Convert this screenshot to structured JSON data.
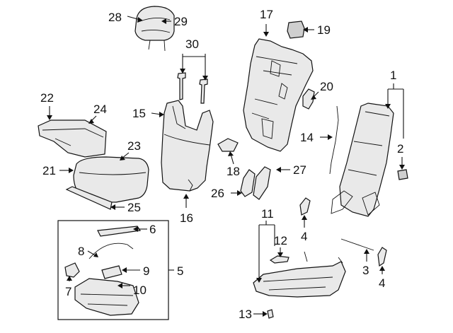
{
  "callouts": [
    {
      "id": "c1",
      "label": "1"
    },
    {
      "id": "c2",
      "label": "2"
    },
    {
      "id": "c3",
      "label": "3"
    },
    {
      "id": "c4a",
      "label": "4"
    },
    {
      "id": "c4b",
      "label": "4"
    },
    {
      "id": "c5",
      "label": "5"
    },
    {
      "id": "c6",
      "label": "6"
    },
    {
      "id": "c7",
      "label": "7"
    },
    {
      "id": "c8",
      "label": "8"
    },
    {
      "id": "c9",
      "label": "9"
    },
    {
      "id": "c10",
      "label": "10"
    },
    {
      "id": "c11",
      "label": "11"
    },
    {
      "id": "c12",
      "label": "12"
    },
    {
      "id": "c13",
      "label": "13"
    },
    {
      "id": "c14",
      "label": "14"
    },
    {
      "id": "c15",
      "label": "15"
    },
    {
      "id": "c16",
      "label": "16"
    },
    {
      "id": "c17",
      "label": "17"
    },
    {
      "id": "c18",
      "label": "18"
    },
    {
      "id": "c19",
      "label": "19"
    },
    {
      "id": "c20",
      "label": "20"
    },
    {
      "id": "c21",
      "label": "21"
    },
    {
      "id": "c22",
      "label": "22"
    },
    {
      "id": "c23",
      "label": "23"
    },
    {
      "id": "c24",
      "label": "24"
    },
    {
      "id": "c25",
      "label": "25"
    },
    {
      "id": "c26",
      "label": "26"
    },
    {
      "id": "c27",
      "label": "27"
    },
    {
      "id": "c28",
      "label": "28"
    },
    {
      "id": "c29",
      "label": "29"
    },
    {
      "id": "c30",
      "label": "30"
    }
  ]
}
